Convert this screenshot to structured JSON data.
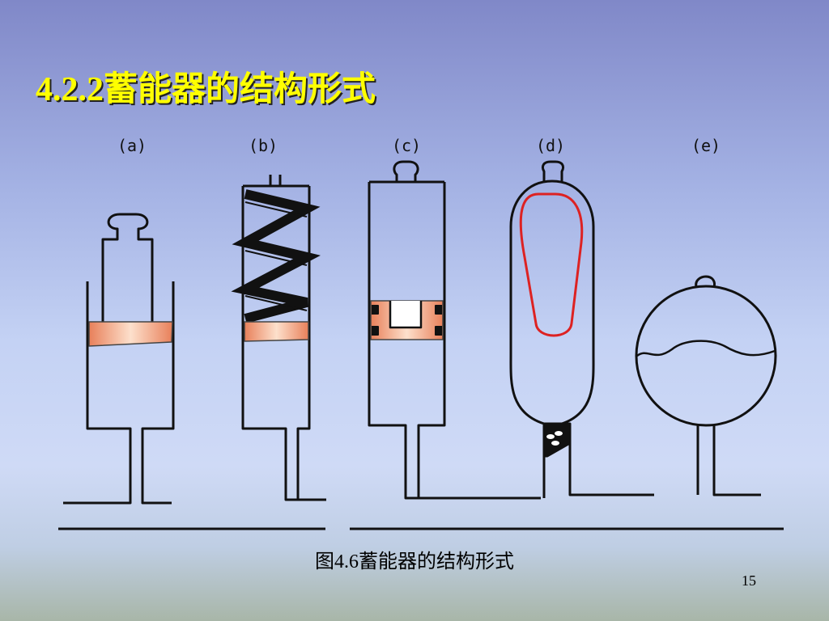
{
  "slide": {
    "title": "4.2.2蓄能器的结构形式",
    "caption": "图4.6蓄能器的结构形式",
    "page_number": "15"
  },
  "diagram": {
    "labels": {
      "a": "(a)",
      "b": "(b)",
      "c": "(c)",
      "d": "(d)",
      "e": "(e)"
    }
  },
  "colors": {
    "title": "#ffff00",
    "piston": "#f0a880",
    "bladder": "#dd2222",
    "outline": "#111111"
  }
}
